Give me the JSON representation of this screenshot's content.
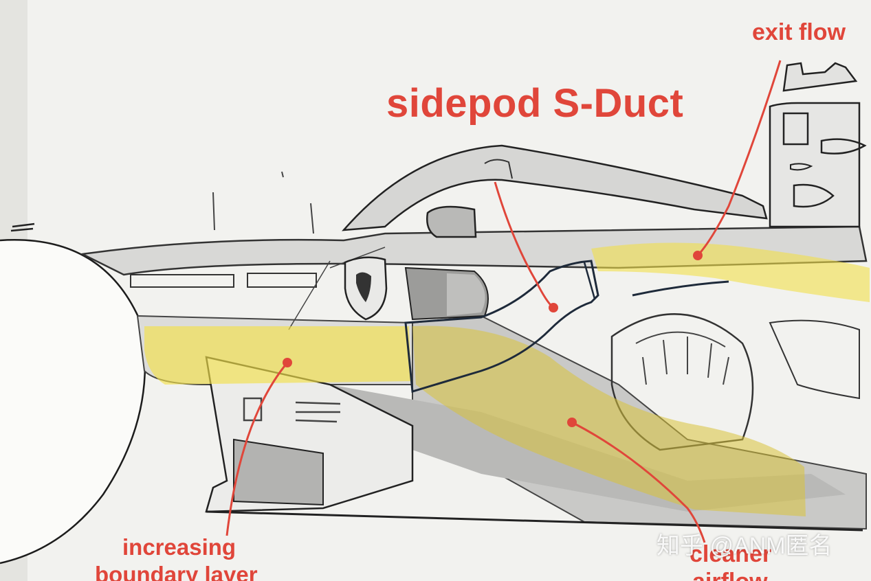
{
  "title": "sidepod S-Duct",
  "labels": {
    "exit_flow": "exit flow",
    "increasing_line1": "increasing",
    "increasing_line2": "boundary layer",
    "cleaner_line1": "cleaner",
    "cleaner_line2": "airflow"
  },
  "watermark": "知乎 @ANM匿名",
  "colors": {
    "annotation": "#e0463a",
    "airflow_highlight": "#f2e04a",
    "duct_line": "#1e2a3a"
  }
}
